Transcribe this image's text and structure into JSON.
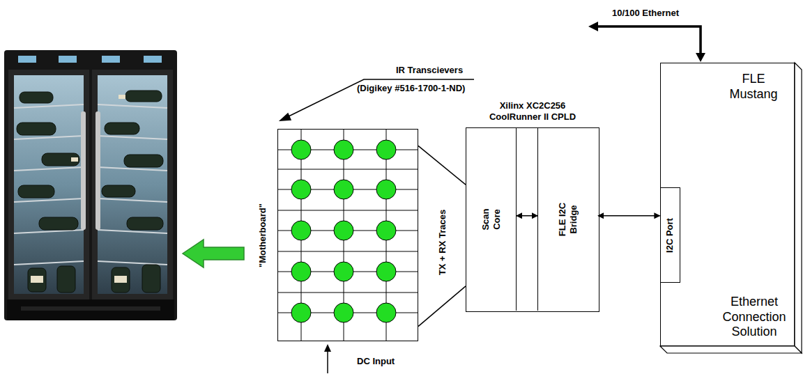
{
  "diagram": {
    "nodes": [
      {
        "text": [
          "\"Motherboard\""
        ]
      },
      {
        "text": [
          "Xilinx XC2C256 CoolRunner II CPLD"
        ]
      },
      {
        "text": [
          "Scan Core"
        ],
        "in": 1
      },
      {
        "text": [
          "FLE I2C Bridge"
        ],
        "in": 1
      },
      {
        "text": [
          "FLE Mustang",
          "Ethernet Connection Solution"
        ]
      },
      {
        "text": [
          "I2C Port"
        ],
        "in": 4
      }
    ],
    "edges": [
      {
        "from": 0,
        "to": 1,
        "arrow": "none",
        "label": "TX + RX Traces"
      },
      {
        "from": 0,
        "to": 1,
        "arrow": "none"
      },
      {
        "from": 2,
        "to": 3,
        "arrow": "both"
      },
      {
        "from": 3,
        "to": 5,
        "arrow": "both"
      }
    ],
    "labels": [
      "IR Transcievers",
      "(Digikey #516-1700-1-ND)",
      "10/100 Ethernet",
      "DC Input"
    ]
  }
}
